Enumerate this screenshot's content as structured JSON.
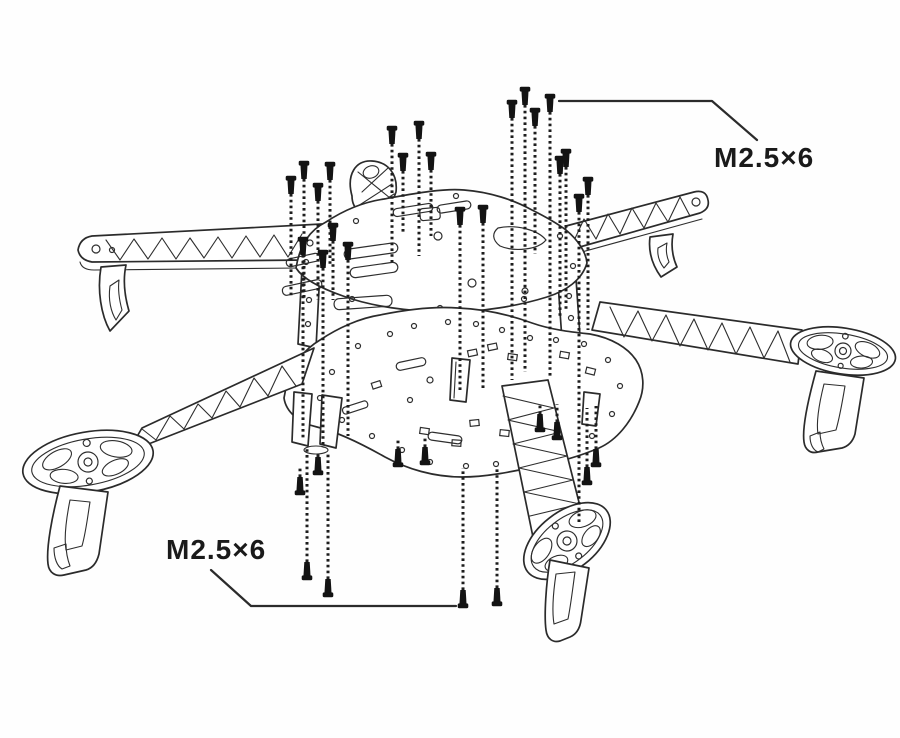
{
  "diagram": {
    "kind": "exploded assembly drawing",
    "subject": "hexacopter frame kit with mounting screws",
    "labels": {
      "top_right": "M2.5×6",
      "bottom_left": "M2.5×6"
    },
    "colors": {
      "background": "#fefefe",
      "line": "#2b2b2b",
      "screw_fill": "#131313",
      "label_text": "#1a1a1a"
    },
    "counts": {
      "arms": 6,
      "screws_top_group": 22,
      "screws_bottom_group": 12,
      "landing_skids": 3,
      "support_fins": 2
    }
  }
}
